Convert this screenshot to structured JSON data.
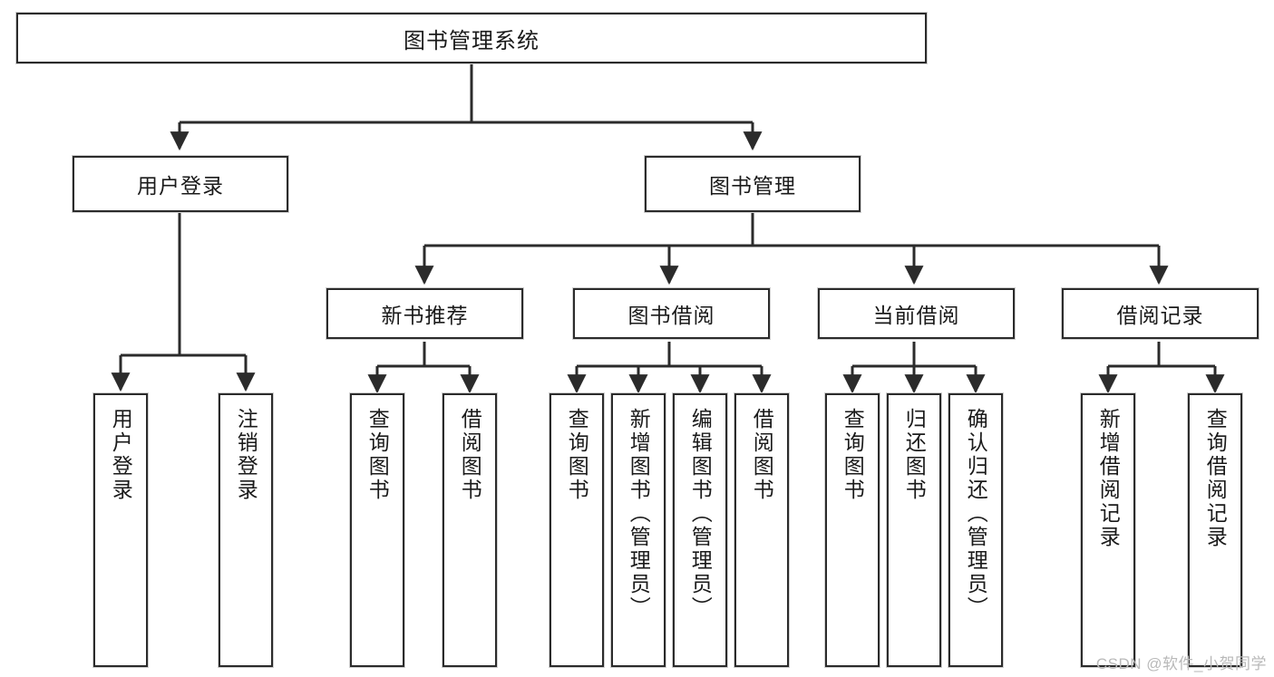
{
  "diagram": {
    "title": "图书管理系统",
    "type": "hierarchy-tree",
    "background_color": "#ffffff",
    "border_color": "#2b2b2b",
    "text_color": "#1a1a1a",
    "watermark": "CSDN @软件_小贺同学",
    "levels": [
      {
        "level": 1,
        "labels": [
          "图书管理系统"
        ]
      },
      {
        "level": 2,
        "labels": [
          "用户登录",
          "图书管理"
        ]
      },
      {
        "level": 3,
        "labels": [
          "新书推荐",
          "图书借阅",
          "当前借阅",
          "借阅记录"
        ]
      },
      {
        "level": 4,
        "labels": [
          "用户登录",
          "注销登录",
          "查询图书",
          "借阅图书",
          "查询图书",
          "新增图书（管理员）",
          "编辑图书（管理员）",
          "借阅图书",
          "查询图书",
          "归还图书",
          "确认归还（管理员）",
          "新增借阅记录",
          "查询借阅记录"
        ]
      }
    ],
    "nodes": {
      "root": {
        "label": "图书管理系统"
      },
      "user_login": {
        "label": "用户登录"
      },
      "book_manage": {
        "label": "图书管理"
      },
      "new_book_rec": {
        "label": "新书推荐"
      },
      "book_borrow": {
        "label": "图书借阅"
      },
      "current_borrow": {
        "label": "当前借阅"
      },
      "borrow_record": {
        "label": "借阅记录"
      },
      "leaf_user_login": {
        "label": "用户登录"
      },
      "leaf_logout": {
        "label": "注销登录"
      },
      "leaf_query_book_a": {
        "label": "查询图书"
      },
      "leaf_borrow_book_a": {
        "label": "借阅图书"
      },
      "leaf_query_book_b": {
        "label": "查询图书"
      },
      "leaf_add_book": {
        "label": "新增图书（管理员）"
      },
      "leaf_edit_book": {
        "label": "编辑图书（管理员）"
      },
      "leaf_borrow_book_b": {
        "label": "借阅图书"
      },
      "leaf_query_book_c": {
        "label": "查询图书"
      },
      "leaf_return_book": {
        "label": "归还图书"
      },
      "leaf_confirm_return": {
        "label": "确认归还（管理员）"
      },
      "leaf_add_record": {
        "label": "新增借阅记录"
      },
      "leaf_query_record": {
        "label": "查询借阅记录"
      }
    }
  }
}
